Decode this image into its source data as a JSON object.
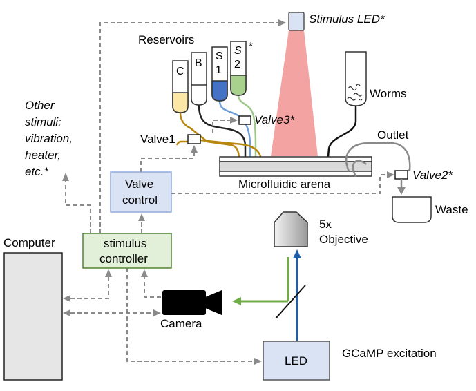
{
  "labels": {
    "stimulus_led": "Stimulus LED*",
    "reservoirs": "Reservoirs",
    "tube_c": "C",
    "tube_b": "B",
    "tube_s1_top": "S",
    "tube_s1_bottom": "1",
    "tube_s2_top": "S",
    "tube_s2_bottom": "2",
    "tube_s2_star": "*",
    "worms": "Worms",
    "other_stimuli": [
      "Other",
      "stimuli:",
      "vibration,",
      "heater,",
      "etc.*"
    ],
    "valve1": "Valve1",
    "valve3": "Valve3*",
    "outlet": "Outlet",
    "valve2": "Valve2*",
    "microfluidic_arena": "Microfluidic arena",
    "valve_control": [
      "Valve",
      "control"
    ],
    "waste": "Waste",
    "objective": [
      "5x",
      "Objective"
    ],
    "computer": "Computer",
    "stimulus_controller": [
      "stimulus",
      "controller"
    ],
    "camera": "Camera",
    "led": "LED",
    "gcamp_excitation": "GCaMP excitation"
  },
  "colors": {
    "yellow_tube": "#fde7a6",
    "blue_tube": "#4472c4",
    "green_tube": "#a9d18e",
    "gold_line": "#b8860b",
    "blue_line": "#6f9fd8",
    "green_line": "#9dc88a",
    "stimulus_light": "#f4a3a3",
    "box_blue_fill": "#dae3f3",
    "box_blue_stroke": "#8faadc",
    "box_green_fill": "#e2f0d9",
    "box_green_stroke": "#548235",
    "emission_arrow": "#70ad47",
    "excitation_arrow": "#1f5fa8",
    "dashed": "#8a8a8a"
  },
  "icons": [
    "led-bulb-icon",
    "camera-icon",
    "objective-icon",
    "waste-container-icon",
    "dichroic-mirror-icon"
  ]
}
